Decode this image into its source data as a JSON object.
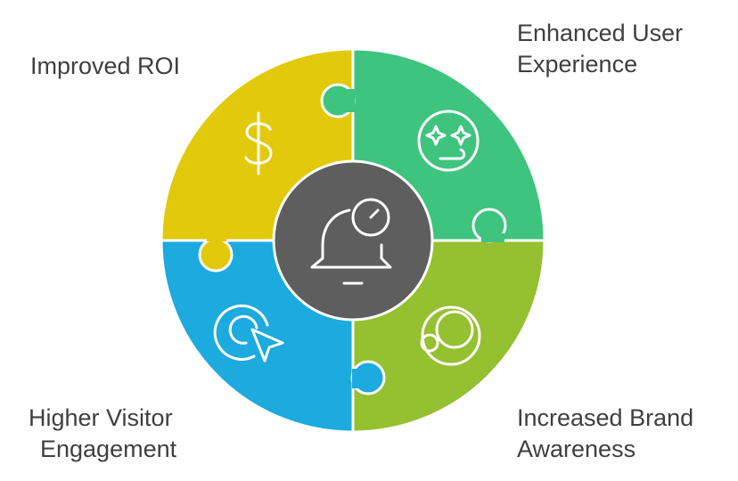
{
  "labels": {
    "top_left": "Improved ROI",
    "top_right_1": "Enhanced User",
    "top_right_2": "Experience",
    "bottom_left_1": "Higher Visitor",
    "bottom_left_2": "Engagement",
    "bottom_right_1": "Increased Brand",
    "bottom_right_2": "Awareness"
  },
  "colors": {
    "roi": "#E2C90B",
    "experience": "#3EC47E",
    "awareness": "#95C02F",
    "engagement": "#1CAADF",
    "center": "#5E5E5E"
  }
}
